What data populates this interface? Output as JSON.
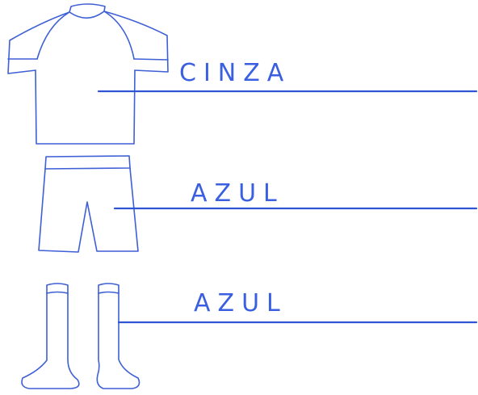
{
  "kit": {
    "shirt": {
      "color_label": "CINZA"
    },
    "shorts": {
      "color_label": "AZUL"
    },
    "socks": {
      "color_label": "AZUL"
    }
  },
  "colors": {
    "ink": "#3a5fe0",
    "outline": "#3e5fd6",
    "background": "#ffffff"
  },
  "icons": [
    "shirt-drawing",
    "shorts-drawing",
    "sock-drawing"
  ]
}
